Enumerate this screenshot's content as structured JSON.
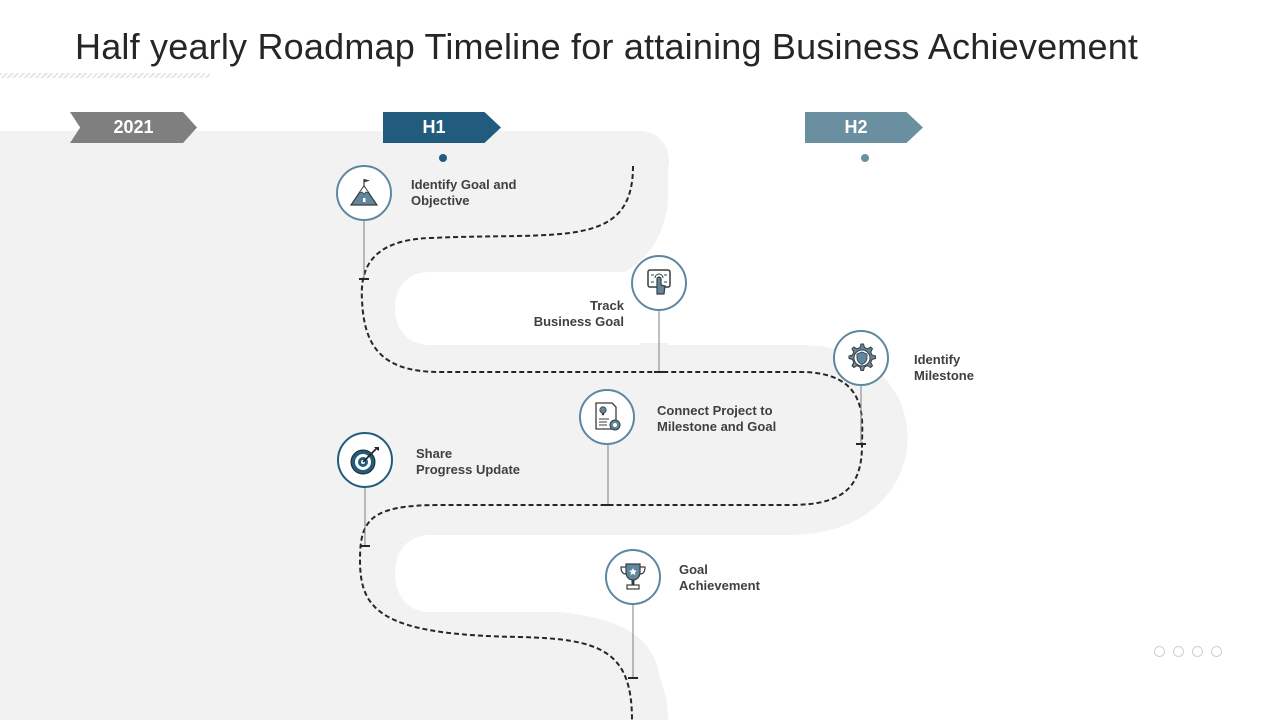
{
  "title": "Half yearly Roadmap Timeline for attaining Business Achievement",
  "period_tags": {
    "year": "2021",
    "h1": "H1",
    "h2": "H2"
  },
  "colors": {
    "dark_blue": "#215b7e",
    "mid_blue": "#6a8fa1",
    "gray_tag": "#7f7f7f",
    "icon_border": "#5e87a0",
    "road": "#f2f2f2"
  },
  "steps": [
    {
      "icon": "mountain-flag-icon",
      "line1": "Identify Goal and",
      "line2": "Objective"
    },
    {
      "icon": "touch-screen-icon",
      "line1": "Track",
      "line2": "Business  Goal"
    },
    {
      "icon": "gear-shield-icon",
      "line1": "Identify",
      "line2": "Milestone"
    },
    {
      "icon": "document-gear-icon",
      "line1": "Connect Project to",
      "line2": "Milestone and Goal"
    },
    {
      "icon": "target-icon",
      "line1": "Share",
      "line2": "Progress Update"
    },
    {
      "icon": "trophy-icon",
      "line1": "Goal",
      "line2": "Achievement"
    }
  ]
}
